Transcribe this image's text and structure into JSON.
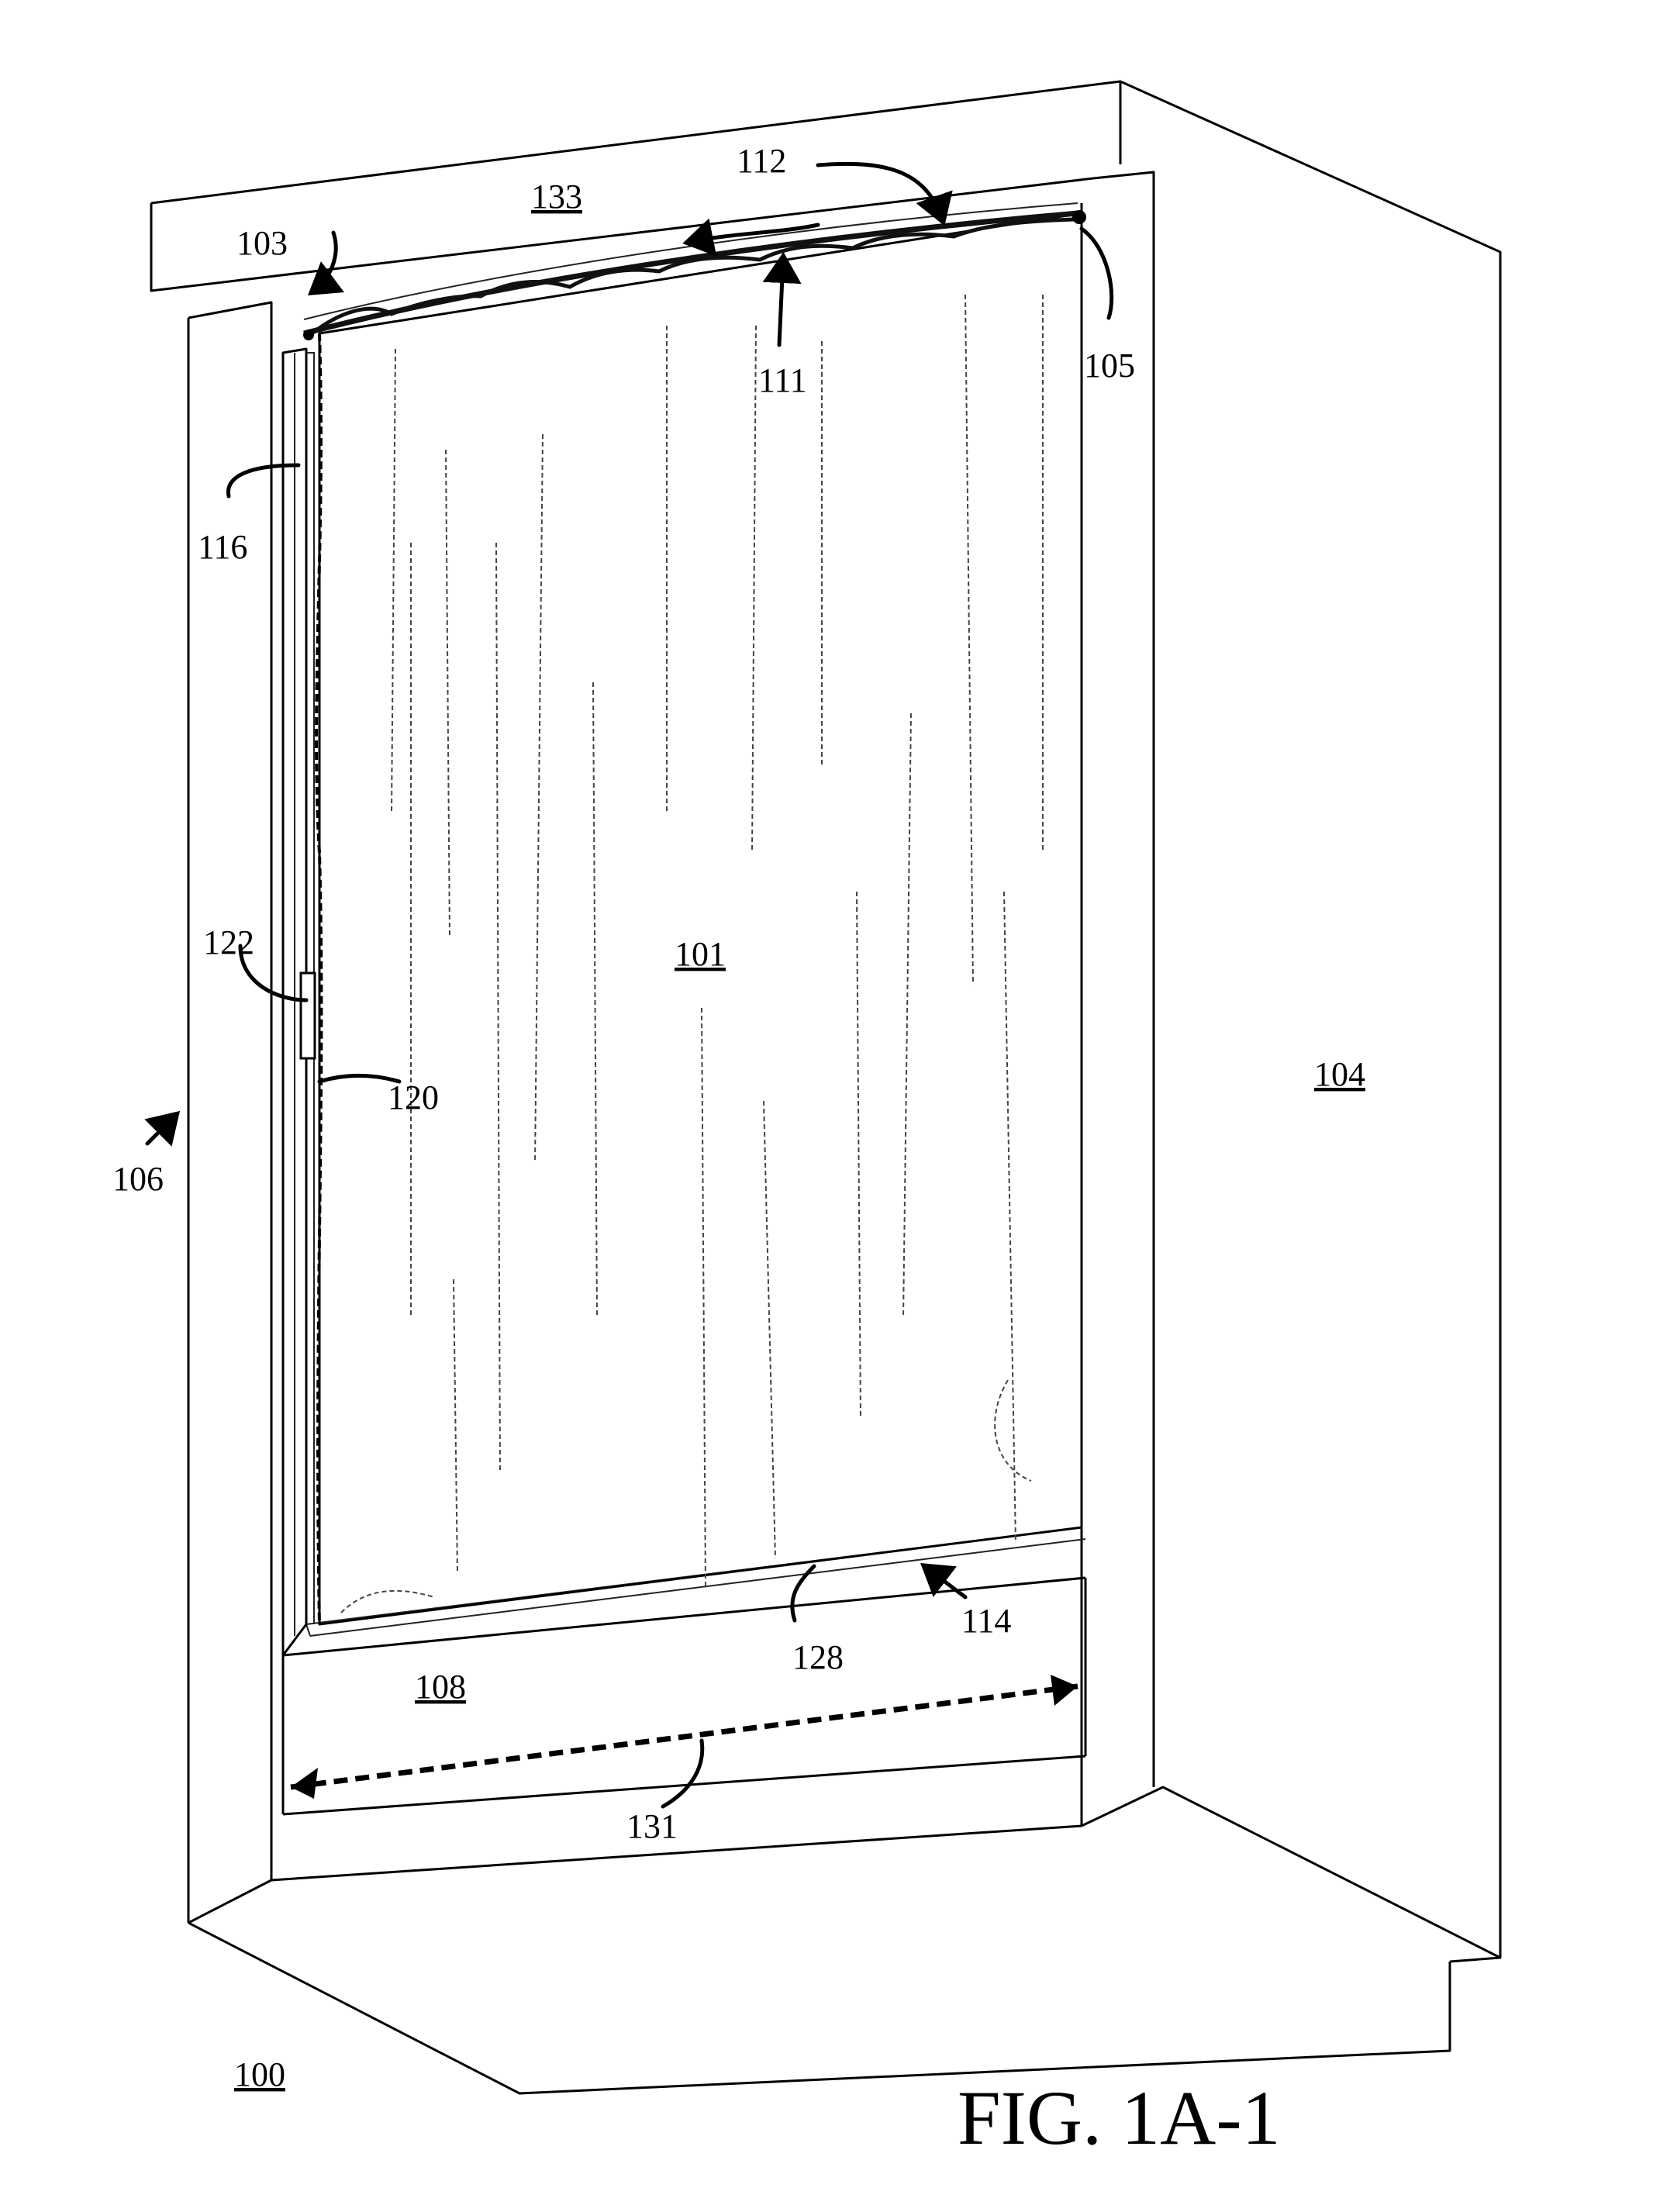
{
  "figure": {
    "caption": "FIG. 1A-1",
    "labels": {
      "r100": "100",
      "r101": "101",
      "r103": "103",
      "r104": "104",
      "r105": "105",
      "r106": "106",
      "r108": "108",
      "r111": "111",
      "r112": "112",
      "r114": "114",
      "r116": "116",
      "r120": "120",
      "r122": "122",
      "r128": "128",
      "r131": "131",
      "r133": "133"
    }
  }
}
